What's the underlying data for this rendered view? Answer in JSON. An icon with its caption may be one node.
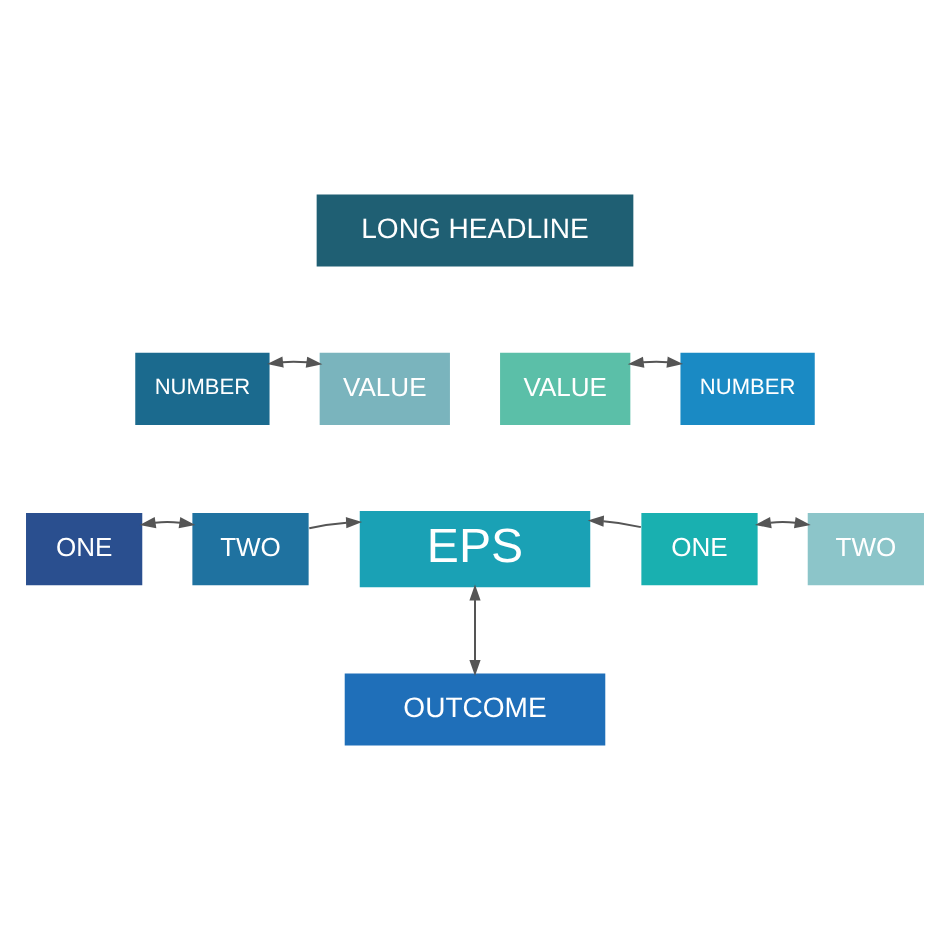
{
  "diagram": {
    "nodes": [
      {
        "text": [
          "LONG HEADLINE"
        ]
      },
      {
        "text": [
          "NUMBER"
        ]
      },
      {
        "text": [
          "VALUE"
        ]
      },
      {
        "text": [
          "VALUE"
        ]
      },
      {
        "text": [
          "NUMBER"
        ]
      },
      {
        "text": [
          "ONE"
        ]
      },
      {
        "text": [
          "TWO"
        ]
      },
      {
        "text": [
          "EPS"
        ]
      },
      {
        "text": [
          "ONE"
        ]
      },
      {
        "text": [
          "TWO"
        ]
      },
      {
        "text": [
          "OUTCOME"
        ]
      }
    ],
    "edges": [
      {
        "from": 1,
        "to": 2,
        "arrow": "both"
      },
      {
        "from": 3,
        "to": 4,
        "arrow": "both"
      },
      {
        "from": 5,
        "to": 6,
        "arrow": "both"
      },
      {
        "from": 8,
        "to": 9,
        "arrow": "both"
      },
      {
        "from": 6,
        "to": 7,
        "arrow": "to"
      },
      {
        "from": 8,
        "to": 7,
        "arrow": "to"
      },
      {
        "from": 7,
        "to": 10,
        "arrow": "both"
      }
    ]
  }
}
